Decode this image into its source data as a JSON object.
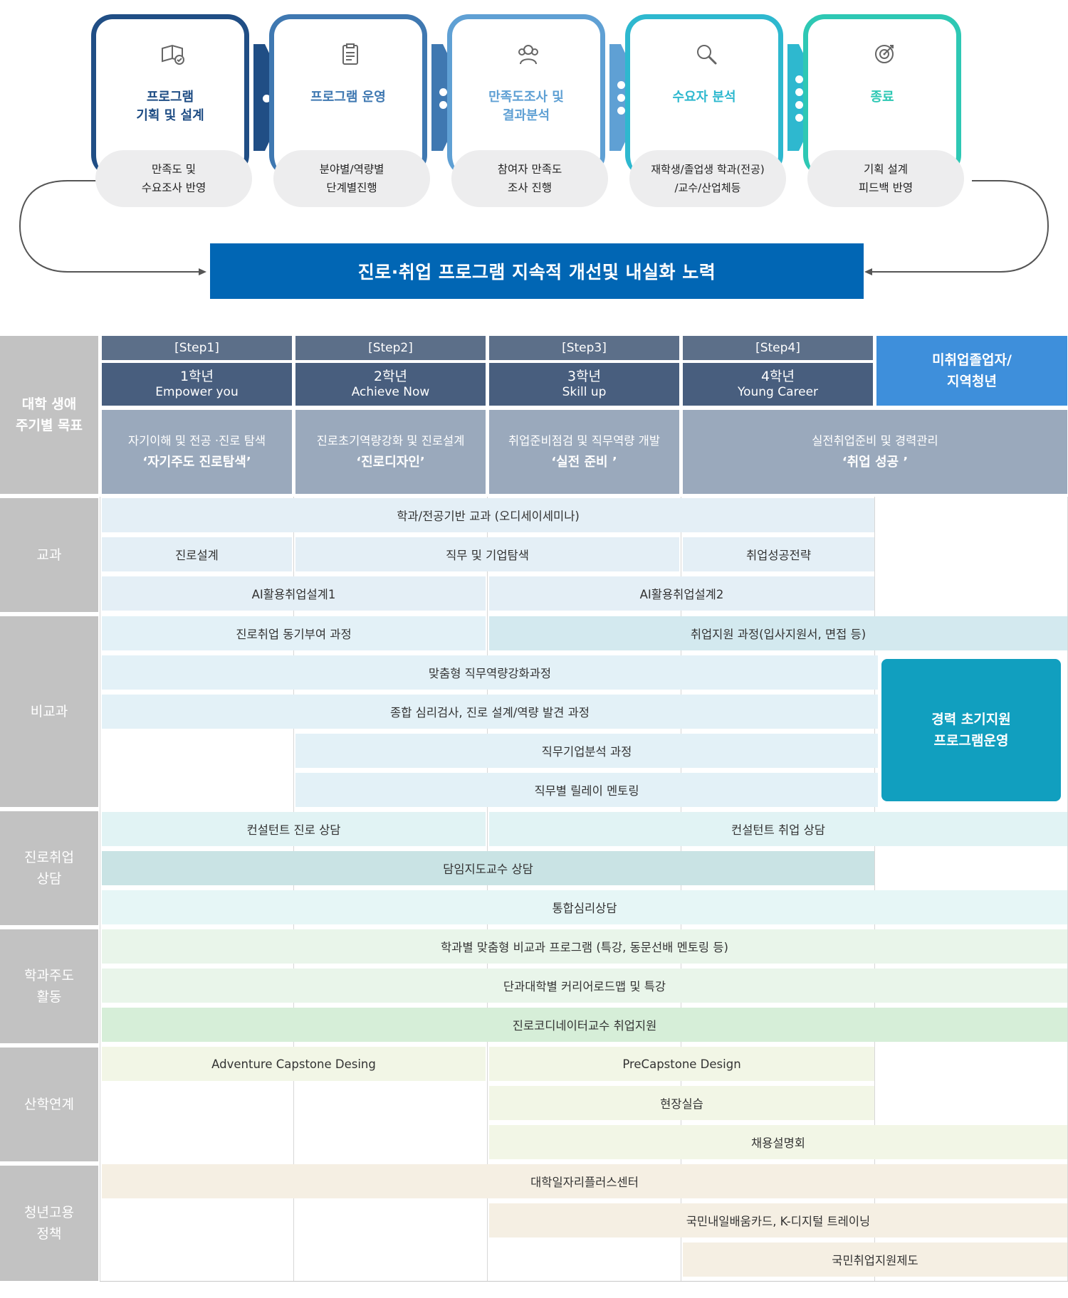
{
  "flow": {
    "stages": [
      {
        "title": "프로그램\n기획 및 설계",
        "pill": "만족도 및\n수요조사 반영",
        "color": "#204e85",
        "icon": "book-check-icon"
      },
      {
        "title": "프로그램 운영",
        "pill": "분야별/역량별\n단계별진행",
        "color": "#3f78b1",
        "icon": "clipboard-icon"
      },
      {
        "title": "만족도조사 및\n결과분석",
        "pill": "참여자 만족도\n조사 진행",
        "color": "#5fa0d4",
        "icon": "users-icon"
      },
      {
        "title": "수요자 분석",
        "pill": "재학생/졸업생 학과(전공)\n/교수/산업체등",
        "color": "#2eb8cf",
        "icon": "search-icon"
      },
      {
        "title": "종료",
        "pill": "기획 설계\n피드백 반영",
        "color": "#2ec8b4",
        "icon": "target-icon"
      }
    ],
    "banner": "진로·취업 프로그램 지속적 개선및 내실화 노력"
  },
  "table": {
    "categories": {
      "goal": "대학 생애\n주기별 목표",
      "curricular": "교과",
      "extracurricular": "비교과",
      "counseling": "진로취업\n상담",
      "department": "학과주도\n활동",
      "industry": "산학연계",
      "policy": "청년고용\n정책"
    },
    "steps": [
      "[Step1]",
      "[Step2]",
      "[Step3]",
      "[Step4]"
    ],
    "years": [
      {
        "year": "1학년",
        "motto": "Empower you"
      },
      {
        "year": "2학년",
        "motto": "Achieve Now"
      },
      {
        "year": "3학년",
        "motto": "Skill up"
      },
      {
        "year": "4학년",
        "motto": "Young Career"
      }
    ],
    "graduates": "미취업졸업자/\n지역청년",
    "goals": [
      {
        "line1": "자기이해 및 전공 ·진로 탐색",
        "line2": "‘자기주도 진로탐색’"
      },
      {
        "line1": "진로초기역량강화 및 진로설계",
        "line2": "‘진로디자인’"
      },
      {
        "line1": "취업준비점검 및 직무역량 개발",
        "line2": "‘실전 준비 ’"
      },
      {
        "line1": "실전취업준비 및 경력관리",
        "line2": "‘취업 성공 ’"
      }
    ],
    "curricular": {
      "major_course": "학과/전공기반 교과 (오디세이세미나)",
      "career_design": "진로설계",
      "job_explore": "직무 및 기업탐색",
      "job_strategy": "취업성공전략",
      "ai1": "AI활용취업설계1",
      "ai2": "AI활용취업설계2"
    },
    "extracurricular": {
      "motivation": "진로취업 동기부여 과정",
      "job_support": "취업지원 과정(입사지원서, 면접 등)",
      "custom_skill": "맞춤형 직무역량강화과정",
      "psych_test": "종합 심리검사, 진로 설계/역량 발견 과정",
      "company_analysis": "직무기업분석 과정",
      "relay_mentoring": "직무별 릴레이 멘토링",
      "career_early": "경력 초기지원\n프로그램운영"
    },
    "counseling": {
      "consultant_career": "컨설턴트 진로 상담",
      "consultant_job": "컨설턴트 취업 상담",
      "advisor": "담임지도교수 상담",
      "psych": "통합심리상담"
    },
    "department": {
      "custom_program": "학과별 맞춤형 비교과 프로그램 (특강, 동문선배 멘토링 등)",
      "roadmap": "단과대학별 커리어로드맵 및 특강",
      "coordinator": "진로코디네이터교수 취업지원"
    },
    "industry": {
      "adventure": "Adventure Capstone Desing",
      "precapstone": "PreCapstone Design",
      "field": "현장실습",
      "recruit": "채용설명회"
    },
    "policy": {
      "center": "대학일자리플러스센터",
      "card": "국민내일배움카드, K-디지털 트레이닝",
      "national": "국민취업지원제도"
    }
  }
}
